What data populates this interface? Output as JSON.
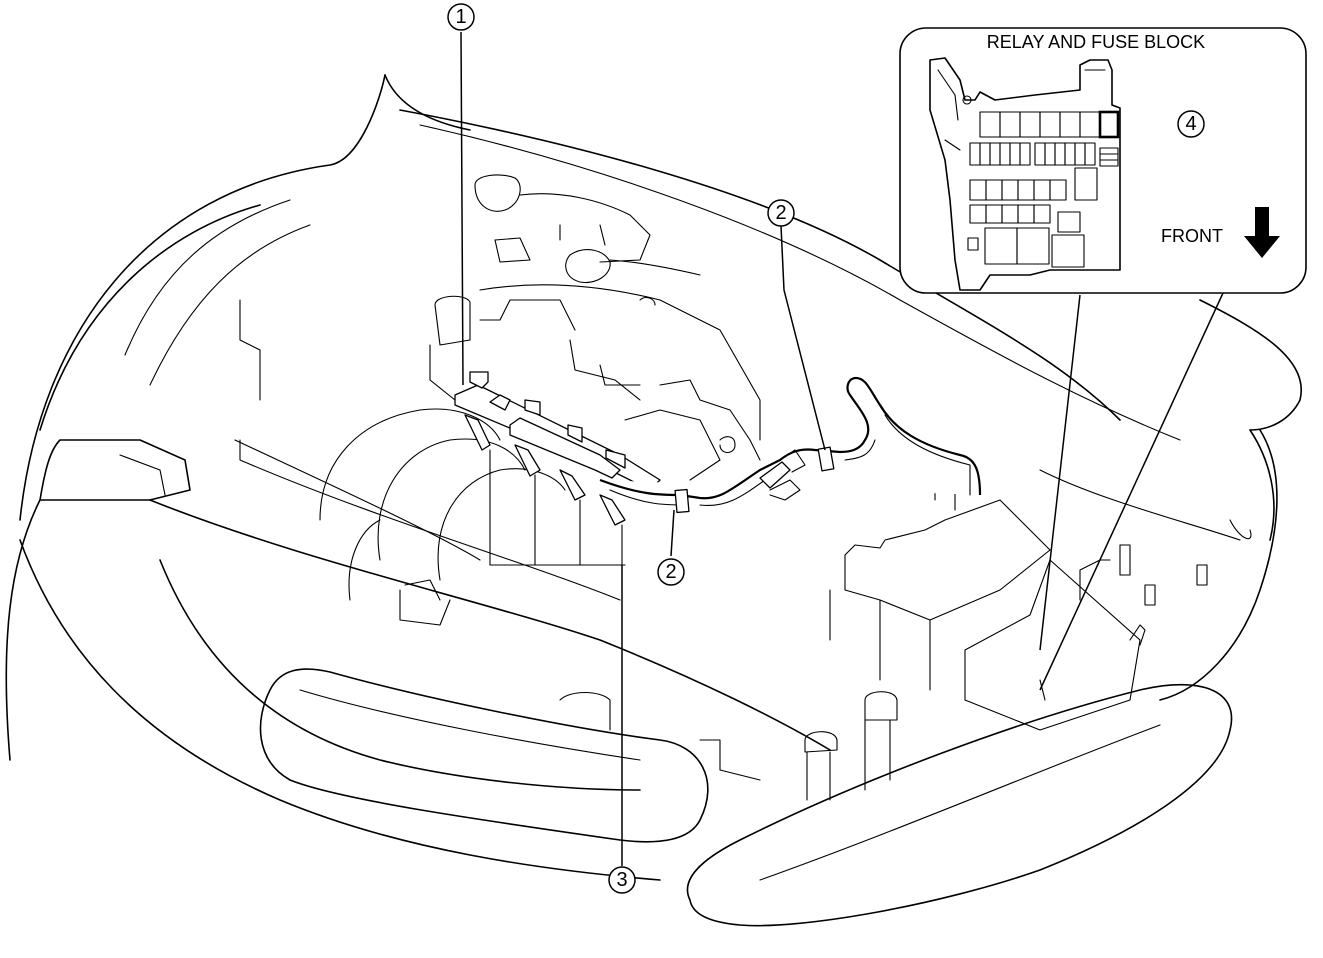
{
  "inset": {
    "title": "RELAY AND FUSE BLOCK",
    "direction_label": "FRONT",
    "direction_icon": "arrow-down-icon"
  },
  "callouts": [
    {
      "id": "callout-1",
      "label": "1"
    },
    {
      "id": "callout-2a",
      "label": "2"
    },
    {
      "id": "callout-2b",
      "label": "2"
    },
    {
      "id": "callout-3",
      "label": "3"
    },
    {
      "id": "callout-4",
      "label": "4"
    }
  ]
}
